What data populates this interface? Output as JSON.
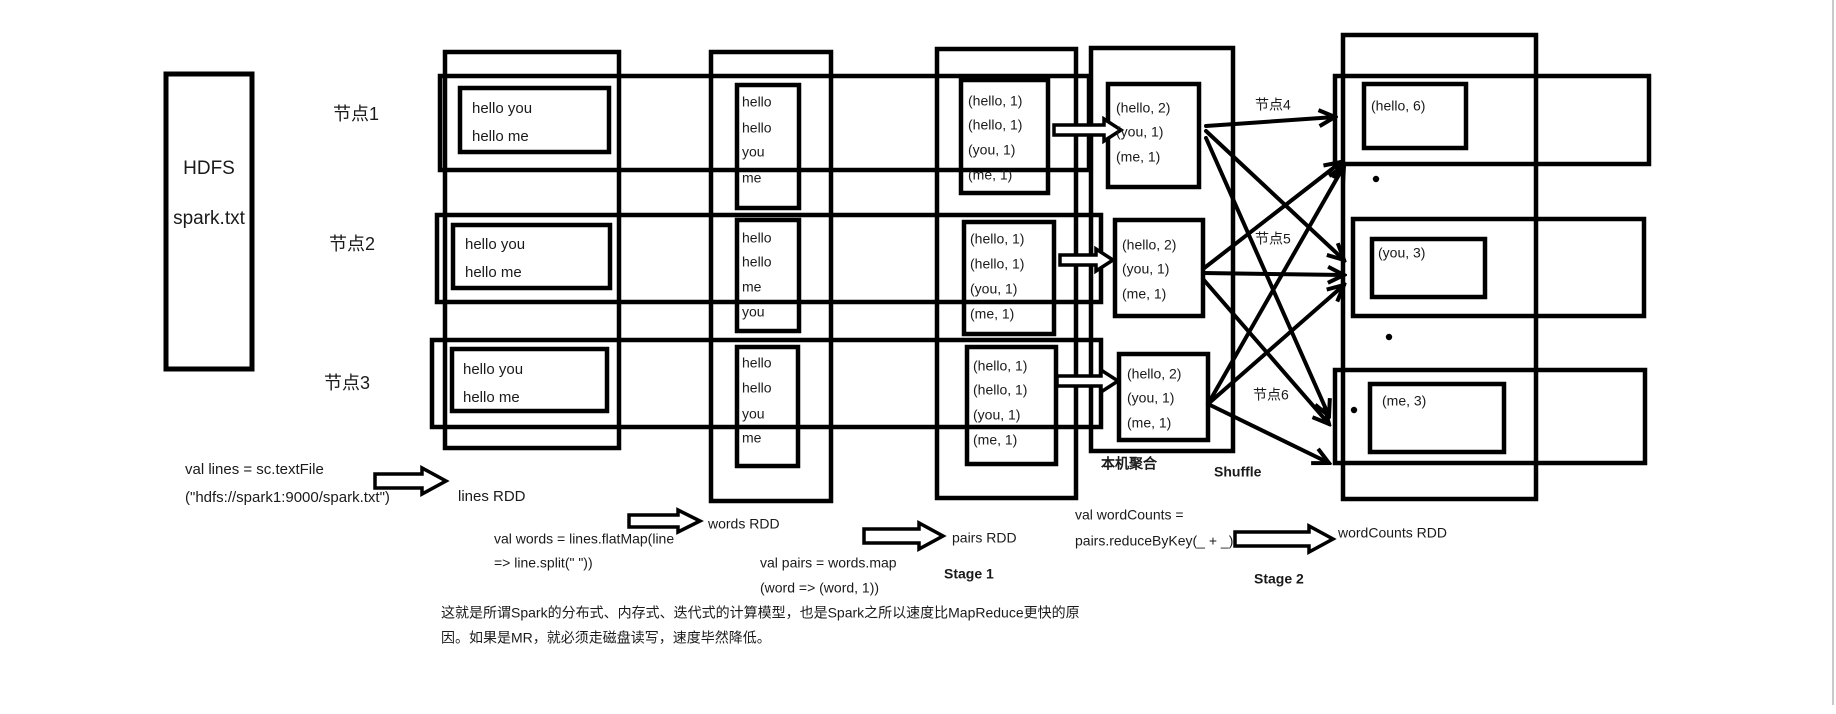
{
  "hdfs": {
    "title": "HDFS",
    "file": "spark.txt"
  },
  "nodes": [
    "节点1",
    "节点2",
    "节点3"
  ],
  "lines_rdd": {
    "code": [
      "val lines = sc.textFile",
      "(\"hdfs://spark1:9000/spark.txt\")"
    ],
    "label": "lines RDD",
    "partitions": [
      [
        "hello you",
        "hello me"
      ],
      [
        "hello you",
        "hello me"
      ],
      [
        "hello you",
        "hello me"
      ]
    ]
  },
  "words_rdd": {
    "code": [
      "val words = lines.flatMap(line",
      "=> line.split(\" \"))"
    ],
    "label": "words RDD",
    "partitions": [
      [
        "hello",
        "hello",
        "you",
        "me"
      ],
      [
        "hello",
        "hello",
        "me",
        "you"
      ],
      [
        "hello",
        "hello",
        "you",
        "me"
      ]
    ]
  },
  "pairs_rdd": {
    "code": [
      "val pairs = words.map",
      "(word => (word, 1))"
    ],
    "label": "pairs RDD",
    "stage": "Stage 1",
    "partitions": [
      [
        "(hello, 1)",
        "(hello, 1)",
        "(you, 1)",
        "(me, 1)"
      ],
      [
        "(hello, 1)",
        "(hello, 1)",
        "(you, 1)",
        "(me, 1)"
      ],
      [
        "(hello, 1)",
        "(hello, 1)",
        "(you, 1)",
        "(me, 1)"
      ]
    ]
  },
  "local_aggregation": {
    "label": "本机聚合",
    "partitions": [
      [
        "(hello, 2)",
        "(you, 1)",
        "(me, 1)"
      ],
      [
        "(hello, 2)",
        "(you, 1)",
        "(me, 1)"
      ],
      [
        "(hello, 2)",
        "(you, 1)",
        "(me, 1)"
      ]
    ]
  },
  "shuffle": {
    "label": "Shuffle",
    "target_nodes": [
      "节点4",
      "节点5",
      "节点6"
    ]
  },
  "word_counts_rdd": {
    "code": [
      "val wordCounts =",
      "pairs.reduceByKey(_ + _)"
    ],
    "label": "wordCounts RDD",
    "stage": "Stage 2",
    "partitions": [
      "(hello, 6)",
      "(you, 3)",
      "(me, 3)"
    ]
  },
  "note": [
    "这就是所谓Spark的分布式、内存式、迭代式的计算模型，也是Spark之所以速度比MapReduce更快的原",
    "因。如果是MR，就必须走磁盘读写，速度毕然降低。"
  ]
}
